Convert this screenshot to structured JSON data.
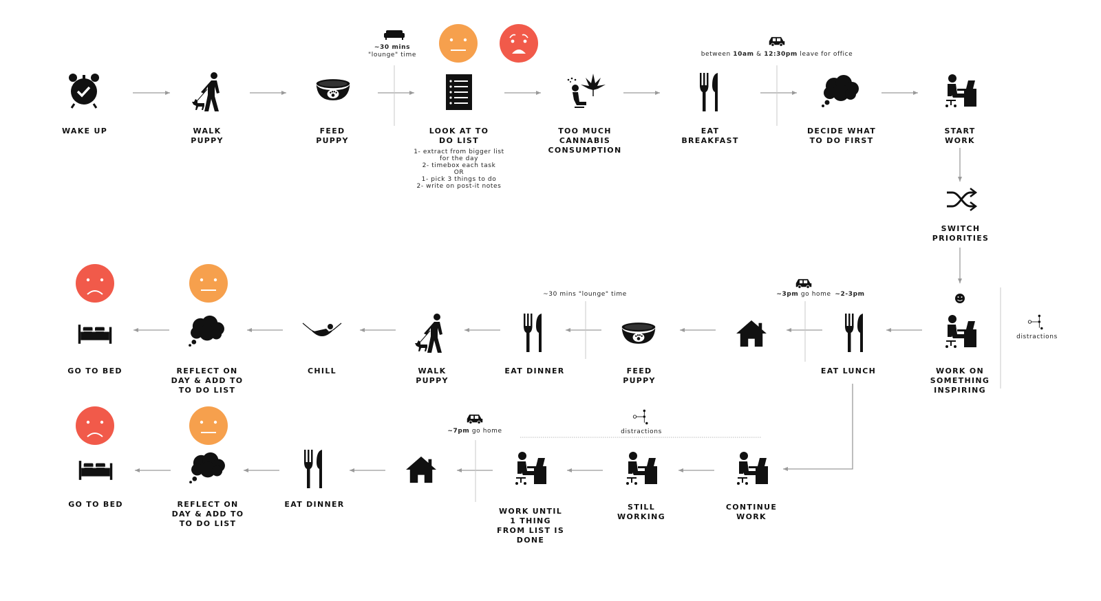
{
  "colors": {
    "neutral_face": "#F6A04D",
    "sad_face": "#F15A4A",
    "icon": "#111111",
    "arrow": "#9a9a9a",
    "divider": "#c8c8c8"
  },
  "row1": {
    "wake_up": "WAKE UP",
    "walk_puppy": "WALK\nPUPPY",
    "feed_puppy": "FEED\nPUPPY",
    "todo_list": "LOOK AT TO\nDO LIST",
    "cannabis": "TOO MUCH\nCANNABIS\nCONSUMPTION",
    "eat_breakfast": "EAT\nBREAKFAST",
    "decide": "DECIDE WHAT\nTO DO FIRST",
    "start_work": "START\nWORK"
  },
  "todo_notes": [
    "1- extract from bigger list",
    "for the day",
    "2- timebox each task",
    "OR",
    "1- pick 3 things to do",
    "2- write on post-it notes"
  ],
  "lounge_note": {
    "bold": "~30 mins",
    "rest": "\"lounge\" time"
  },
  "office_note": {
    "pre": "between ",
    "bold1": "10am",
    "mid": " & ",
    "bold2": "12:30pm",
    "post": " leave for office"
  },
  "switch_priorities": "SWITCH\nPRIORITIES",
  "row2": {
    "work_inspiring": "WORK ON\nSOMETHING\nINSPIRING",
    "eat_lunch": "EAT LUNCH",
    "feed_puppy": "FEED\nPUPPY",
    "eat_dinner": "EAT DINNER",
    "walk_puppy": "WALK\nPUPPY",
    "chill": "CHILL",
    "reflect": "REFLECT ON\nDAY & ADD TO\nTO DO LIST",
    "go_to_bed": "GO TO BED"
  },
  "row2_notes": {
    "lounge": "~30 mins \"lounge\" time",
    "go_home_bold": "~3pm",
    "go_home_rest": " go home",
    "lunch_time": "~2-3pm",
    "distractions": "distractions"
  },
  "row3": {
    "continue_work": "CONTINUE\nWORK",
    "still_working": "STILL\nWORKING",
    "work_until": "WORK UNTIL\n1 THING\nFROM LIST IS\nDONE",
    "eat_dinner": "EAT DINNER",
    "reflect": "REFLECT ON\nDAY & ADD TO\nTO DO LIST",
    "go_to_bed": "GO TO BED"
  },
  "row3_notes": {
    "go_home_bold": "~7pm",
    "go_home_rest": " go home",
    "distractions": "distractions"
  }
}
